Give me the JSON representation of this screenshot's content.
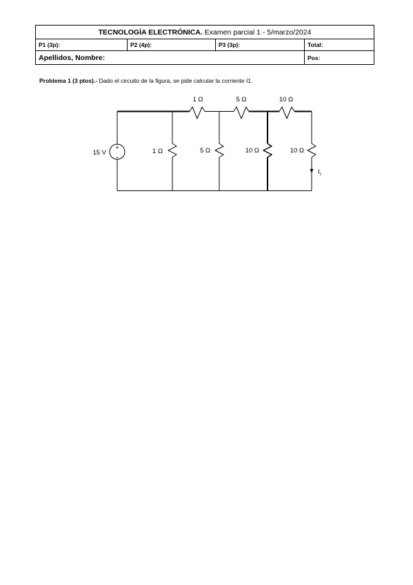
{
  "header": {
    "title_bold": "TECNOLOGÍA ELECTRÓNICA.",
    "title_rest": " Examen parcial 1 - 5/marzo/2024",
    "p1": "P1 (3p):",
    "p2": "P2 (4p):",
    "p3": "P3 (3p):",
    "total": "Total:",
    "name": "Apellidos, Nombre:",
    "pos": "Pos:"
  },
  "problem": {
    "lead": "Problema 1 (3 ptos).-",
    "text": " Dado el circuito de la figura, se pide calcular la corriente I1."
  },
  "circuit": {
    "source_label": "15 V",
    "source_plus": "+",
    "source_minus": "-",
    "r_top_1": "1 Ω",
    "r_top_2": "5 Ω",
    "r_top_3": "10 Ω",
    "r_shunt_1": "1 Ω",
    "r_shunt_2": "5 Ω",
    "r_shunt_3": "10 Ω",
    "r_shunt_4": "10 Ω",
    "current_label": "I",
    "current_sub": "1"
  }
}
